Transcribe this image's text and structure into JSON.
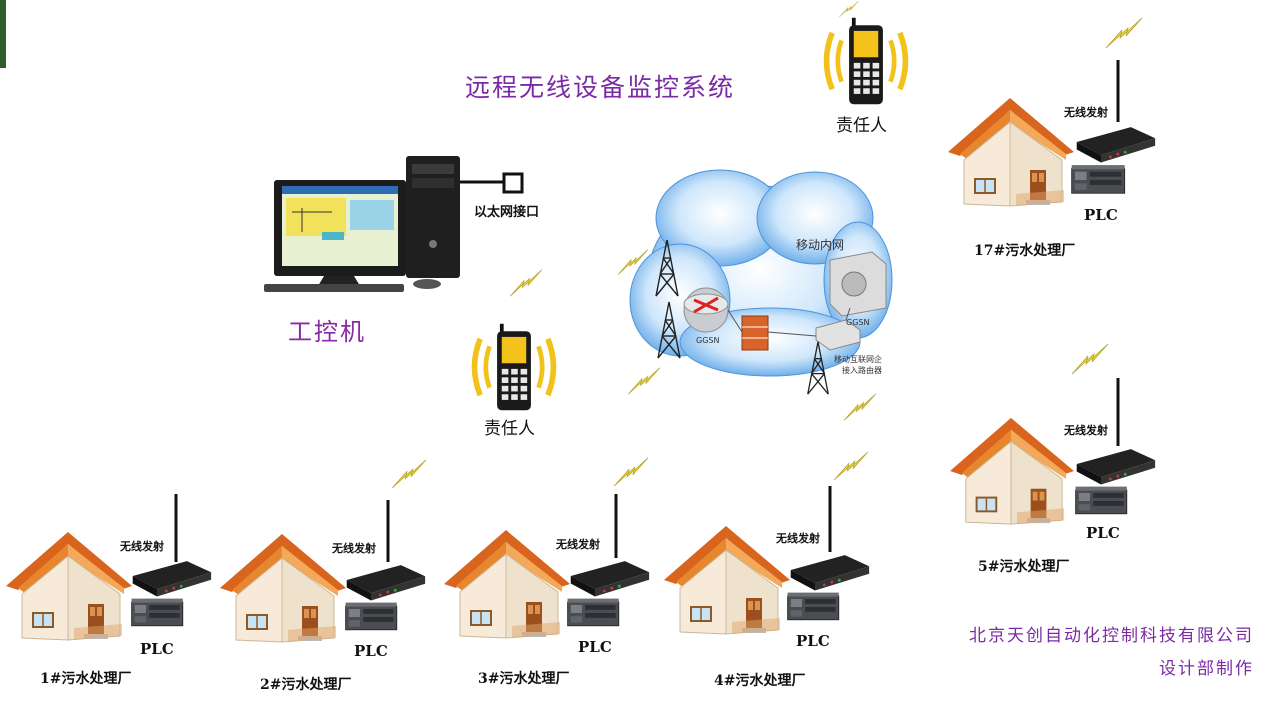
{
  "title": "远程无线设备监控系统",
  "ipc": {
    "label": "工控机",
    "ethernet_label": "以太网接口"
  },
  "persons": [
    {
      "label": "责任人"
    },
    {
      "label": "责任人"
    }
  ],
  "network": {
    "cloud_label": "移动内网",
    "ggsn_1": "GGSN",
    "ggsn_2": "GGSN",
    "router_label_1": "移动互联网企",
    "router_label_2": "接入路由器"
  },
  "sites": [
    {
      "name": "1#污水处理厂",
      "wireless": "无线发射",
      "plc": "PLC"
    },
    {
      "name": "2#污水处理厂",
      "wireless": "无线发射",
      "plc": "PLC"
    },
    {
      "name": "3#污水处理厂",
      "wireless": "无线发射",
      "plc": "PLC"
    },
    {
      "name": "4#污水处理厂",
      "wireless": "无线发射",
      "plc": "PLC"
    },
    {
      "name": "5#污水处理厂",
      "wireless": "无线发射",
      "plc": "PLC"
    },
    {
      "name": "17#污水处理厂",
      "wireless": "无线发射",
      "plc": "PLC"
    }
  ],
  "footer": {
    "company": "北京天创自动化控制科技有限公司",
    "dept": "设计部制作"
  }
}
